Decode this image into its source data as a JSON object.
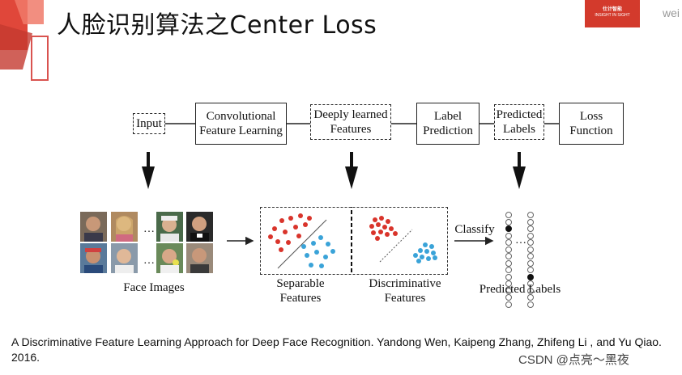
{
  "header": {
    "title": "人脸识别算法之Center Loss",
    "logo_line1": "仕计智能",
    "logo_line2": "INSIGHT IN SIGHT",
    "corner_text": "wei"
  },
  "flow": {
    "input": "Input",
    "convolutional": "Convolutional\nFeature Learning",
    "deep_features": "Deeply learned\nFeatures",
    "label_prediction": "Label\nPrediction",
    "predicted_labels": "Predicted\nLabels",
    "loss_function": "Loss\nFunction"
  },
  "lower": {
    "face_images": "Face Images",
    "ellipsis": "…",
    "separable": "Separable\nFeatures",
    "discriminative": "Discriminative\nFeatures",
    "classify": "Classify",
    "predicted_labels": "Predicted Labels"
  },
  "colors": {
    "red_dot": "#d9342b",
    "blue_dot": "#3aa3d8",
    "accent": "#d33a2c"
  },
  "citation": "A Discriminative Feature Learning Approach for Deep Face Recognition. Yandong Wen, Kaipeng Zhang, Zhifeng Li , and Yu Qiao. 2016.",
  "watermark": "CSDN @点亮～黑夜"
}
